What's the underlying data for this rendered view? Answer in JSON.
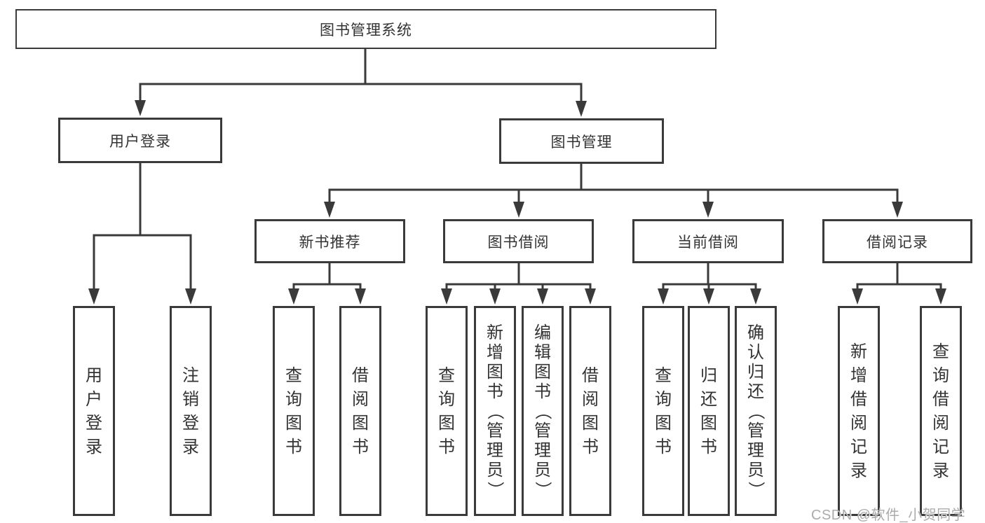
{
  "colors": {
    "line": "#3a3a3a",
    "text": "#333333",
    "background": "#ffffff",
    "watermark": "#ababab"
  },
  "tree": {
    "root": "图书管理系统",
    "branches": [
      {
        "label": "用户登录",
        "children": [
          "用户登录",
          "注销登录"
        ]
      },
      {
        "label": "图书管理",
        "groups": [
          {
            "label": "新书推荐",
            "children": [
              "查询图书",
              "借阅图书"
            ]
          },
          {
            "label": "图书借阅",
            "children": [
              "查询图书",
              "新增图书（管理员）",
              "编辑图书（管理员）",
              "借阅图书"
            ]
          },
          {
            "label": "当前借阅",
            "children": [
              "查询图书",
              "归还图书",
              "确认归还（管理员）"
            ]
          },
          {
            "label": "借阅记录",
            "children": [
              "新增借阅记录",
              "查询借阅记录"
            ]
          }
        ]
      }
    ]
  },
  "watermark": "CSDN @软件_小贺同学"
}
